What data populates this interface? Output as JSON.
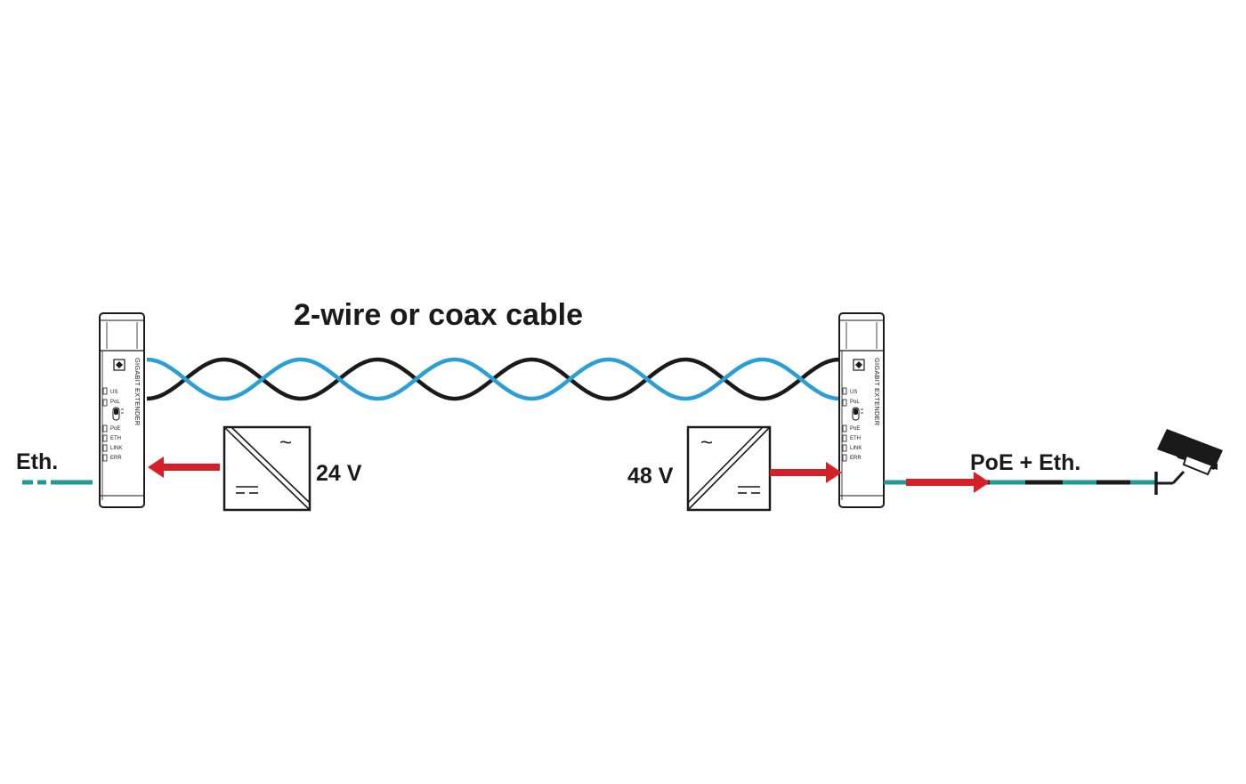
{
  "title": "2-wire or coax cable",
  "left": {
    "label": "Eth.",
    "voltage": "24 V",
    "device": {
      "name": "GIGABIT EXTENDER",
      "leds": [
        "US",
        "PoL",
        "PoE",
        "ETH",
        "LINK",
        "ERR"
      ],
      "switch_marks": [
        "On",
        "Off"
      ]
    }
  },
  "right": {
    "label": "PoE + Eth.",
    "voltage": "48 V",
    "device": {
      "name": "GIGABIT EXTENDER",
      "leds": [
        "US",
        "PoL",
        "PoE",
        "ETH",
        "LINK",
        "ERR"
      ],
      "switch_marks": [
        "On",
        "Off"
      ]
    }
  },
  "power_supply": {
    "ac_symbol": "~",
    "dc_symbol": "="
  },
  "colors": {
    "blue_wire": "#2a9fd6",
    "black_wire": "#1a1a1a",
    "ethernet_teal": "#1f9a94",
    "power_red": "#d42027"
  },
  "icons": [
    "gigabit-extender",
    "power-supply",
    "security-camera-icon"
  ]
}
